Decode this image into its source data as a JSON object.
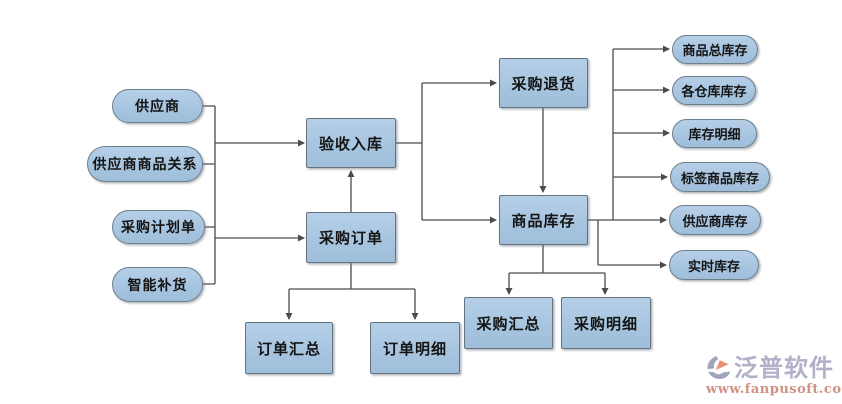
{
  "nodes": {
    "supplier": "供应商",
    "supplier_product_relation": "供应商商品关系",
    "purchase_plan": "采购计划单",
    "smart_replenishment": "智能补货",
    "acceptance_inbound": "验收入库",
    "purchase_order": "采购订单",
    "order_summary": "订单汇总",
    "order_detail": "订单明细",
    "purchase_return": "采购退货",
    "product_inventory": "商品库存",
    "purchase_summary": "采购汇总",
    "purchase_detail": "采购明细",
    "total_inventory": "商品总库存",
    "warehouse_inventory": "各仓库库存",
    "inventory_detail": "库存明细",
    "tag_inventory": "标签商品库存",
    "supplier_inventory": "供应商库存",
    "realtime_inventory": "实时库存"
  },
  "watermark": {
    "brand": "泛普软件",
    "url": "www.fanpusoft.com"
  },
  "colors": {
    "node_fill": "#aac7e2",
    "node_border": "#64737f",
    "connector": "#4c4c4c",
    "brand_text": "#a7a3c0",
    "brand_url": "#c97d6f",
    "logo_gray": "#8d96aa",
    "logo_orange": "#e0815f"
  }
}
